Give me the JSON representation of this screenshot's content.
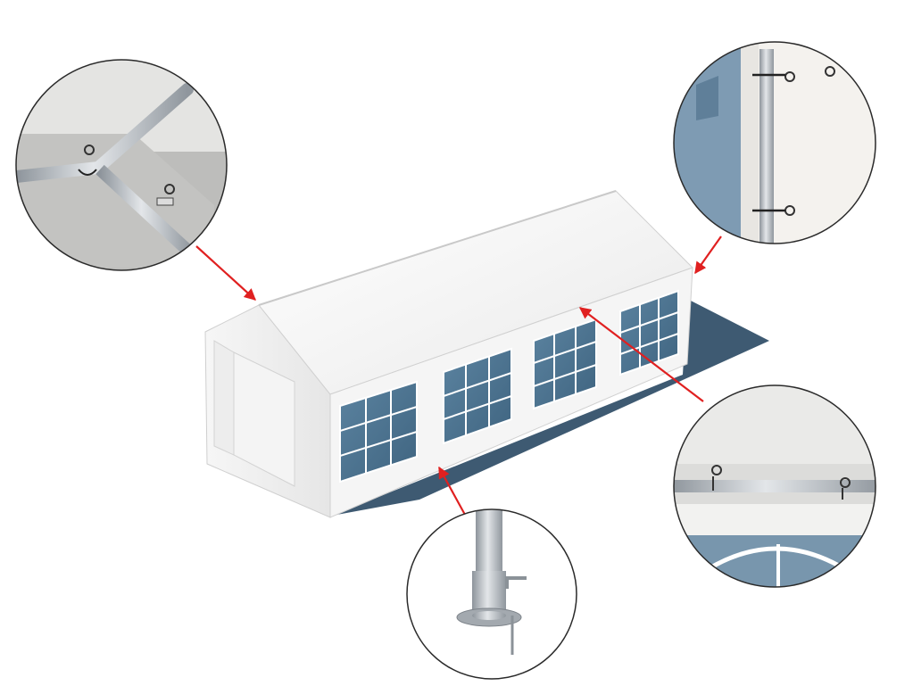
{
  "scene": {
    "subject": "tent",
    "detail_callouts": [
      {
        "id": "roof-frame-joint",
        "icon": "magnifier-circle"
      },
      {
        "id": "wall-pole-fasteners",
        "icon": "magnifier-circle"
      },
      {
        "id": "eave-rail-fasteners",
        "icon": "magnifier-circle"
      },
      {
        "id": "ground-foot-plate",
        "icon": "magnifier-circle"
      }
    ],
    "colors": {
      "background": "#ffffff",
      "tent_white": "#f2f2f2",
      "tent_shade": "#d9d9d9",
      "window_blue": "#4e7591",
      "shadow": "#3e5a72",
      "pole_steel": "#b9bec4",
      "arrow_red": "#e02020",
      "circle_border": "#2a2a2a"
    }
  }
}
